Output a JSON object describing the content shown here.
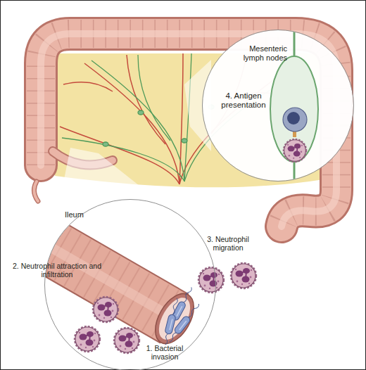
{
  "diagram": {
    "nodes": [
      {
        "text": [
          "Mesenteric lymph nodes",
          "4. Antigen presentation"
        ]
      },
      {
        "text": [
          "Ileum",
          "2. Neutrophil attraction and infiltration",
          "1. Bacterial invasion"
        ]
      }
    ],
    "labels": [
      "3. Neutrophil migration"
    ]
  }
}
